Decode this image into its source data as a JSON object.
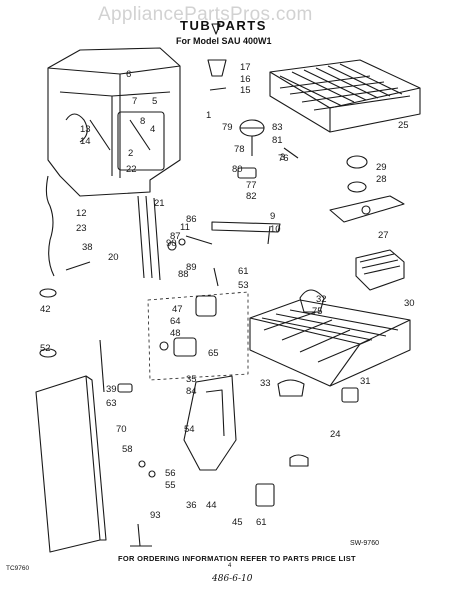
{
  "watermark": "AppliancePartsPros.com",
  "title": "TUB PARTS",
  "model_line": "For Model SAU 400W1",
  "footer_note": "FOR ORDERING INFORMATION REFER TO PARTS PRICE LIST",
  "drawing_code": "SW-9760",
  "corner_ref": "TC9760",
  "page_mark": "4",
  "handwritten_ref": "486-6-10",
  "callouts": [
    "17",
    "16",
    "15",
    "6",
    "1",
    "7",
    "5",
    "13",
    "14",
    "8",
    "4",
    "2",
    "22",
    "79",
    "83",
    "78",
    "81",
    "3",
    "76",
    "80",
    "77",
    "82",
    "25",
    "29",
    "28",
    "27",
    "12",
    "23",
    "21",
    "86",
    "11",
    "87",
    "90",
    "89",
    "88",
    "9",
    "10",
    "38",
    "20",
    "61",
    "53",
    "47",
    "64",
    "48",
    "65",
    "32",
    "75",
    "30",
    "42",
    "52",
    "35",
    "84",
    "33",
    "31",
    "39",
    "63",
    "70",
    "54",
    "24",
    "58",
    "56",
    "55",
    "93",
    "36",
    "44",
    "45",
    "61"
  ],
  "colors": {
    "ink": "#1a1a1a",
    "watermark": "#d2d2d2"
  }
}
